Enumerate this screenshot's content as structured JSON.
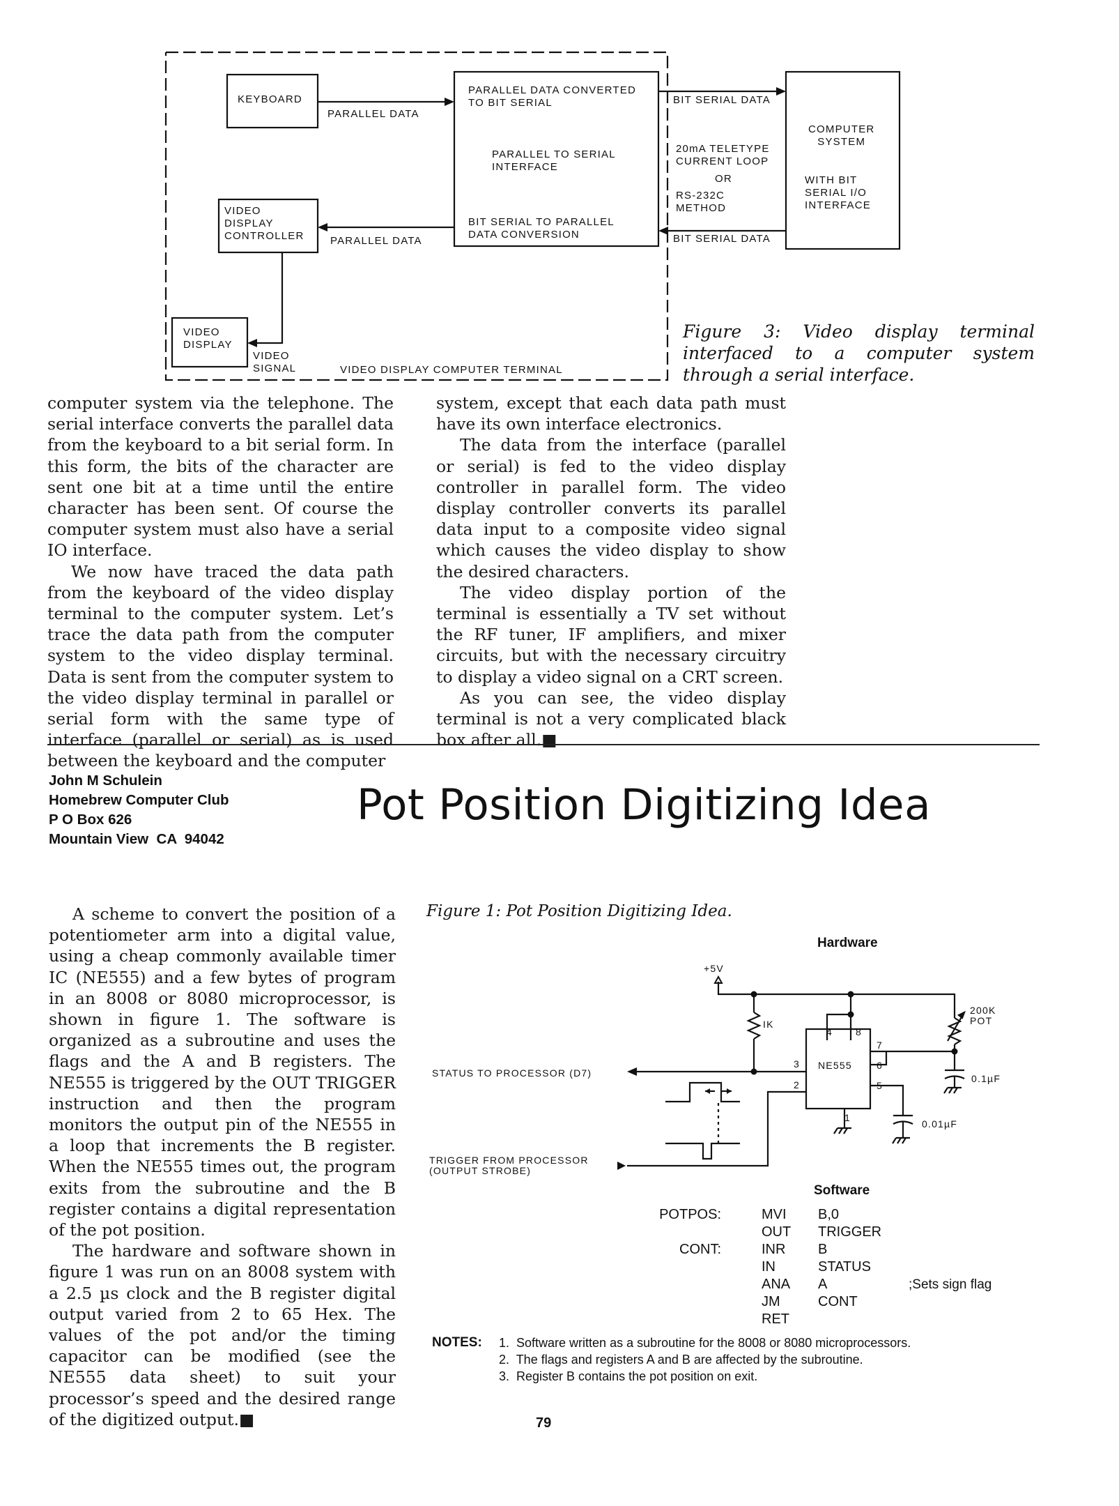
{
  "figure3": {
    "keyboard": "KEYBOARD",
    "parallel_data_top": "PARALLEL DATA",
    "converter_top": "PARALLEL DATA CONVERTED\nTO BIT SERIAL",
    "converter_mid": "PARALLEL TO SERIAL\nINTERFACE",
    "converter_bottom": "BIT SERIAL TO PARALLEL\nDATA CONVERSION",
    "bit_serial_top": "BIT SERIAL DATA",
    "loop_method": "20mA TELETYPE\nCURRENT LOOP",
    "or": "OR",
    "rs232": "RS-232C\nMETHOD",
    "bit_serial_bottom": "BIT SERIAL DATA",
    "computer_system": "COMPUTER\nSYSTEM",
    "serial_io": "WITH BIT\nSERIAL I/O\nINTERFACE",
    "vdc": "VIDEO\nDISPLAY\nCONTROLLER",
    "parallel_data_bottom": "PARALLEL DATA",
    "video_display": "VIDEO\nDISPLAY",
    "video_signal": "VIDEO\nSIGNAL",
    "terminal_label": "VIDEO DISPLAY COMPUTER TERMINAL",
    "caption": "Figure 3: Video display terminal interfaced to a computer system through a serial interface."
  },
  "article1": {
    "col1": [
      "computer system via the telephone. The serial interface converts the parallel data from the keyboard to a bit serial form. In this form, the bits of the character are sent one bit at a time until the entire character has been sent. Of course the computer system must also have a serial IO interface.",
      "We now have traced the data path from the keyboard of the video display terminal to the computer system. Let’s trace the data path from the computer system to the video display terminal. Data is sent from the computer system to the video display terminal in parallel or serial form with the same type of interface (parallel or serial) as is used between the keyboard and the computer"
    ],
    "col2": [
      "system, except that each data path must have its own interface electronics.",
      "The data from the interface (parallel or serial) is fed to the video display controller in parallel form. The video display controller converts its parallel data input to a composite video signal which causes the video display to show the desired characters.",
      "The video display portion of the terminal is essentially a TV set without the RF tuner, IF amplifiers, and mixer circuits, but with the necessary circuitry to display a video signal on a CRT screen.",
      "As you can see, the video display terminal is not a very complicated black box after all.■"
    ]
  },
  "author": {
    "name": "John M Schulein",
    "club": "Homebrew Computer Club",
    "box": "P O Box 626",
    "city": "Mountain View  CA  94042"
  },
  "article2": {
    "title": "Pot Position Digitizing Idea",
    "col1": [
      "A scheme to convert the position of a potentiometer arm into a digital value, using a cheap commonly available timer IC (NE555) and a few bytes of program in an 8008 or 8080 microprocessor, is shown in figure 1. The software is organized as a subroutine and uses the flags and the A and B registers. The NE555 is triggered by the OUT TRIGGER instruction and then the program monitors the output pin of the NE555 in a loop that increments the B register. When the NE555 times out, the program exits from the subroutine and the B register contains a digital representation of the pot position.",
      "The hardware and software shown in figure 1 was run on an 8008 system with a 2.5 µs clock and the B register digital output varied from 2 to 65 Hex. The values of the pot and/or the timing capacitor can be modified (see the NE555 data sheet) to suit your processor’s speed and the desired range of the digitized output.■"
    ]
  },
  "figure1": {
    "caption": "Figure 1: Pot Position Digitizing Idea.",
    "hardware_heading": "Hardware",
    "vcc": "+5V",
    "resistor": "IK",
    "pot": "200K\nPOT",
    "chip": "NE555",
    "pins": [
      "4",
      "8",
      "7",
      "6",
      "3",
      "2",
      "5",
      "1"
    ],
    "cap1": "0.1µF",
    "cap2": "0.01µF",
    "status_label": "STATUS TO PROCESSOR (D7)",
    "trigger_label": "TRIGGER FROM PROCESSOR\n(OUTPUT STROBE)",
    "software_heading": "Software",
    "program": [
      {
        "label": "POTPOS:",
        "op": "MVI",
        "arg": "B,0",
        "comment": ""
      },
      {
        "label": "",
        "op": "OUT",
        "arg": "TRIGGER",
        "comment": ""
      },
      {
        "label": "CONT:",
        "op": "INR",
        "arg": "B",
        "comment": ""
      },
      {
        "label": "",
        "op": "IN",
        "arg": "STATUS",
        "comment": ""
      },
      {
        "label": "",
        "op": "ANA",
        "arg": "A",
        "comment": ";Sets sign flag"
      },
      {
        "label": "",
        "op": "JM",
        "arg": "CONT",
        "comment": ""
      },
      {
        "label": "",
        "op": "RET",
        "arg": "",
        "comment": ""
      }
    ],
    "notes_label": "NOTES:",
    "notes": [
      "1.  Software written as a subroutine for the 8008 or 8080 microprocessors.",
      "2.  The flags and registers A and B are affected by the subroutine.",
      "3.  Register B contains the pot position on exit."
    ]
  },
  "page_number": "79"
}
